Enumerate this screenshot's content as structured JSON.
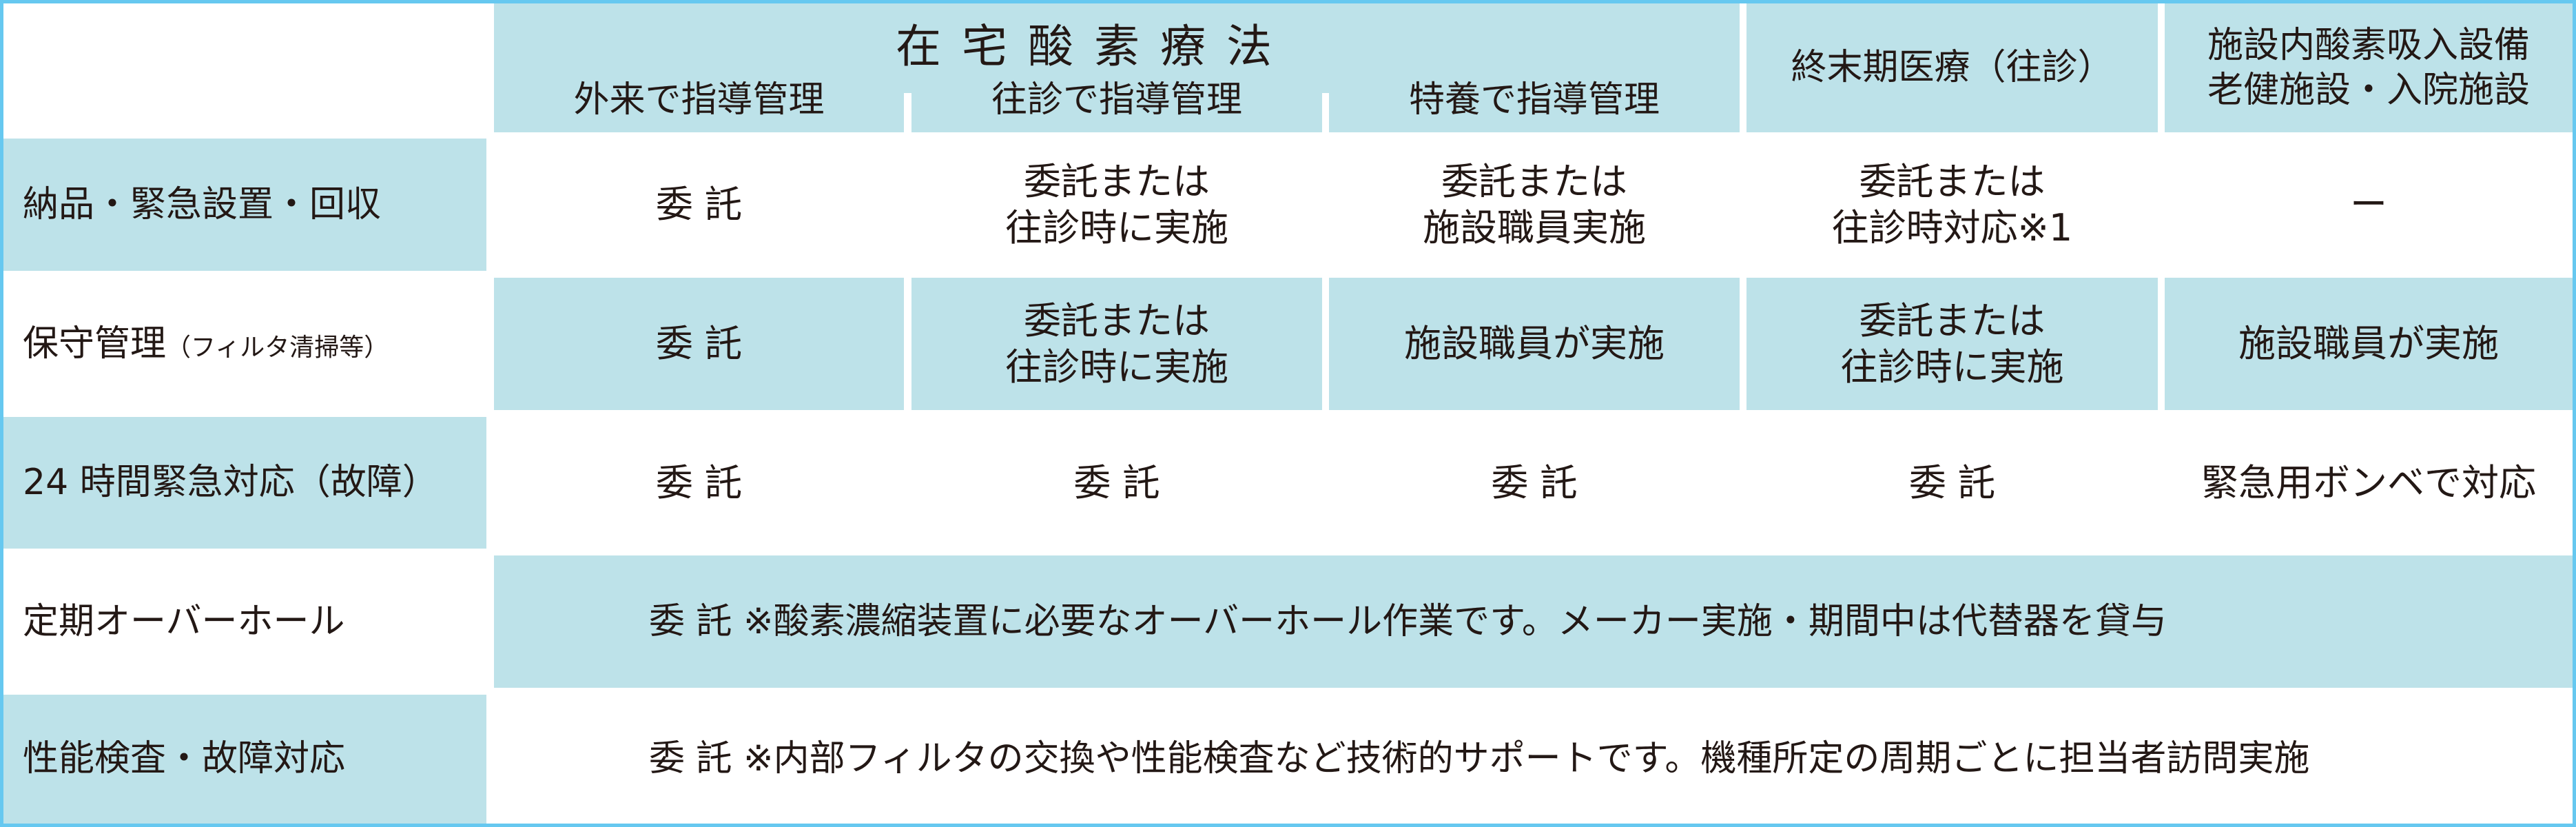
{
  "colors": {
    "cell_blue": "#bde2e9",
    "border": "#66c8f0",
    "text": "#231815"
  },
  "header": {
    "group_title": "在宅酸素療法",
    "columns": [
      {
        "label": "外来で指導管理"
      },
      {
        "label": "往診で指導管理"
      },
      {
        "label": "特養で指導管理"
      },
      {
        "label": "終末期医療（往診）"
      },
      {
        "label_line1": "施設内酸素吸入設備",
        "label_line2": "老健施設・入院施設"
      }
    ]
  },
  "rows": [
    {
      "label": "納品・緊急設置・回収",
      "cells": [
        {
          "line1": "委 託"
        },
        {
          "line1": "委託または",
          "line2": "往診時に実施"
        },
        {
          "line1": "委託または",
          "line2": "施設職員実施"
        },
        {
          "line1": "委託または",
          "line2": "往診時対応※1"
        },
        {
          "line1": "ー"
        }
      ]
    },
    {
      "label_main": "保守管理",
      "label_sub": "（フィルタ清掃等）",
      "cells": [
        {
          "line1": "委 託"
        },
        {
          "line1": "委託または",
          "line2": "往診時に実施"
        },
        {
          "line1": "施設職員が実施"
        },
        {
          "line1": "委託または",
          "line2": "往診時に実施"
        },
        {
          "line1": "施設職員が実施"
        }
      ]
    },
    {
      "label": "24 時間緊急対応（故障）",
      "cells": [
        {
          "line1": "委 託"
        },
        {
          "line1": "委 託"
        },
        {
          "line1": "委 託"
        },
        {
          "line1": "委 託"
        },
        {
          "line1": "緊急用ボンベで対応"
        }
      ]
    },
    {
      "label": "定期オーバーホール",
      "span_text": "委 託 ※酸素濃縮装置に必要なオーバーホール作業です。メーカー実施・期間中は代替器を貸与"
    },
    {
      "label": "性能検査・故障対応",
      "span_text": "委 託 ※内部フィルタの交換や性能検査など技術的サポートです。機種所定の周期ごとに担当者訪問実施"
    }
  ]
}
